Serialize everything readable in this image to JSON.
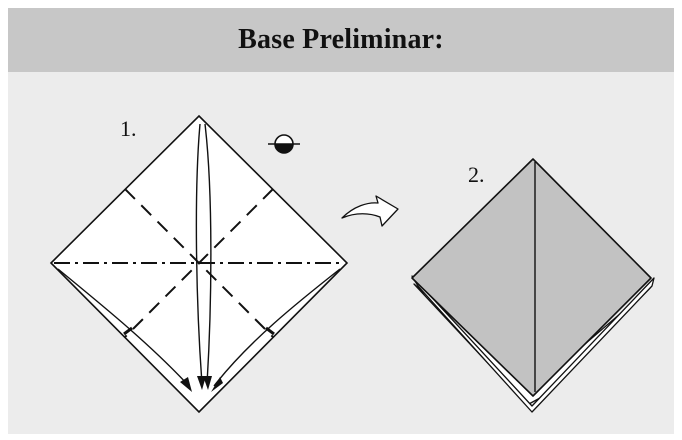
{
  "header": {
    "title": "Base Preliminar:"
  },
  "steps": [
    {
      "label": "1."
    },
    {
      "label": "2."
    }
  ],
  "colors": {
    "background": "#ececec",
    "header_band": "#c7c7c7",
    "paper_front": "#ffffff",
    "paper_folded": "#c0c0c0",
    "line": "#111111"
  },
  "icons": {
    "turn_over": "turn-over-icon",
    "next_step": "next-step-arrow-icon"
  }
}
